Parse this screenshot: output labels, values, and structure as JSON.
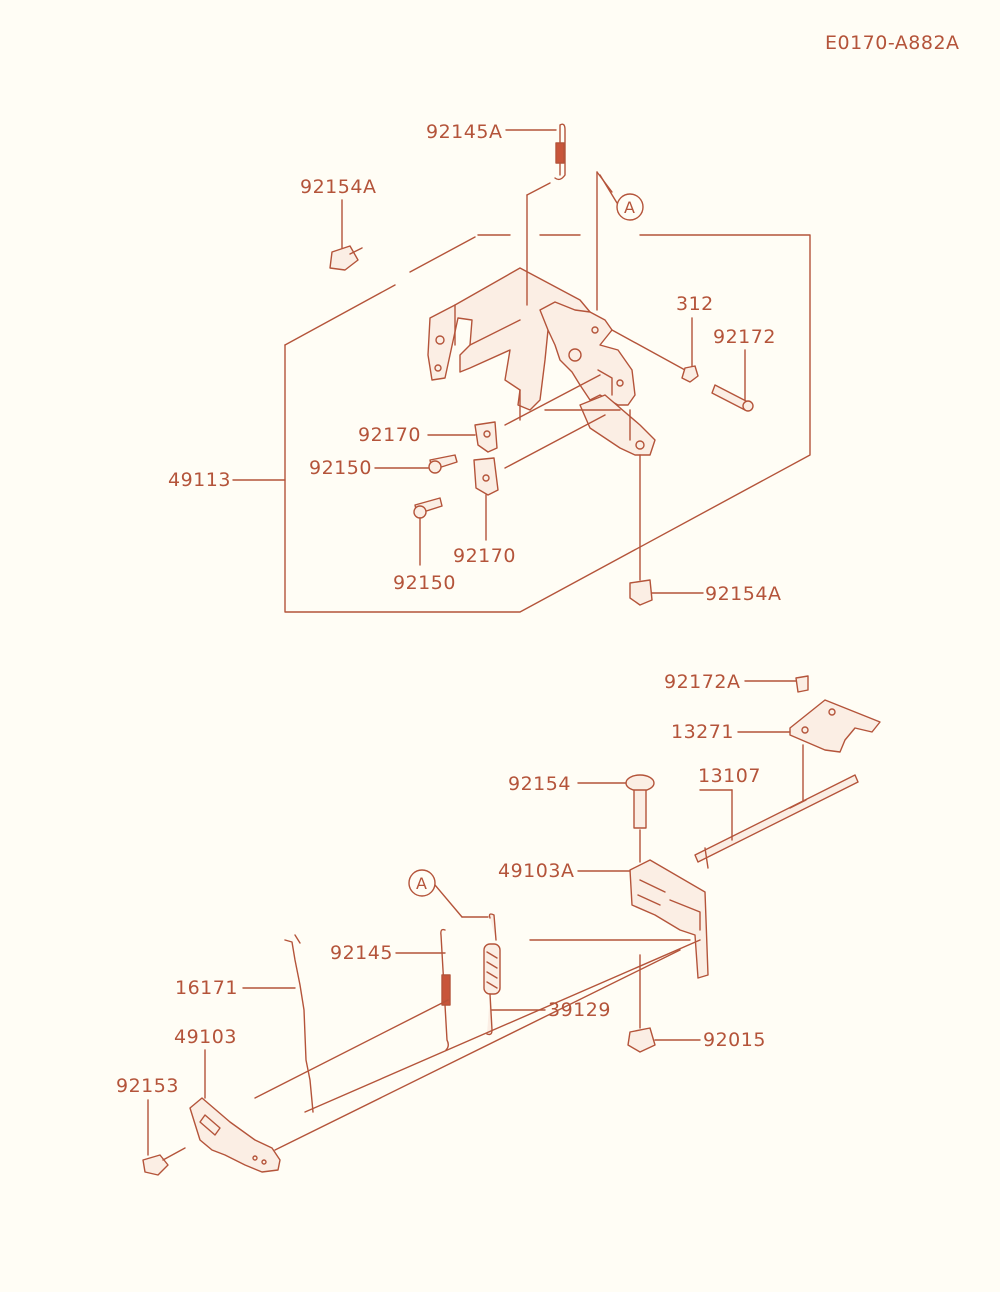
{
  "diagram_code": "E0170-A882A",
  "callout_letter": "A",
  "labels": {
    "p92145A": "92145A",
    "p92154A_top": "92154A",
    "p312": "312",
    "p92172": "92172",
    "p92170_a": "92170",
    "p92150_a": "92150",
    "p49113": "49113",
    "p92170_b": "92170",
    "p92150_b": "92150",
    "p92154A_bot": "92154A",
    "p92172A": "92172A",
    "p13271": "13271",
    "p92154": "92154",
    "p13107": "13107",
    "p49103A": "49103A",
    "p92145": "92145",
    "p16171": "16171",
    "p39129": "39129",
    "p49103": "49103",
    "p92015": "92015",
    "p92153": "92153"
  },
  "colors": {
    "ink": "#b4543a",
    "part_fill": "#fbeee4",
    "spring_fill": "#c8553a",
    "background": "#fffdf5"
  }
}
